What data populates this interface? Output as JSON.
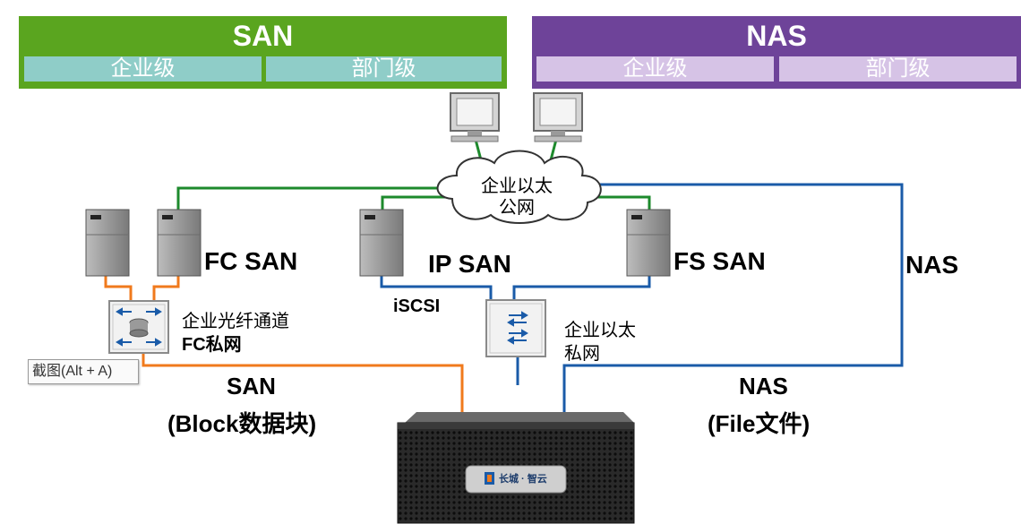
{
  "san_header": {
    "title": "SAN",
    "tabs": [
      "企业级",
      "部门级"
    ]
  },
  "nas_header": {
    "title": "NAS",
    "tabs": [
      "企业级",
      "部门级"
    ]
  },
  "labels": {
    "fc_san": "FC SAN",
    "ip_san": "IP SAN",
    "fs_san": "FS SAN",
    "nas_side": "NAS",
    "iscsi": "iSCSI",
    "cloud_line1": "企业以太",
    "cloud_line2": "公网",
    "fc_switch_line1": "企业光纤通道",
    "fc_switch_line2": "FC私网",
    "eth_switch_line1": "企业以太",
    "eth_switch_line2": "私网",
    "san_bottom_line1": "SAN",
    "san_bottom_line2": "(Block数据块)",
    "nas_bottom_line1": "NAS",
    "nas_bottom_line2": "(File文件)",
    "storage_brand": "长城 · 智云",
    "tooltip": "截图(Alt + A)"
  },
  "colors": {
    "san": "#5aa51f",
    "nas": "#6e4399",
    "san_tab": "#8fcdc8",
    "nas_tab": "#d6c3e6",
    "link_green": "#1d8a2c",
    "link_blue": "#1a5ba8",
    "link_orange": "#f07a1c"
  }
}
